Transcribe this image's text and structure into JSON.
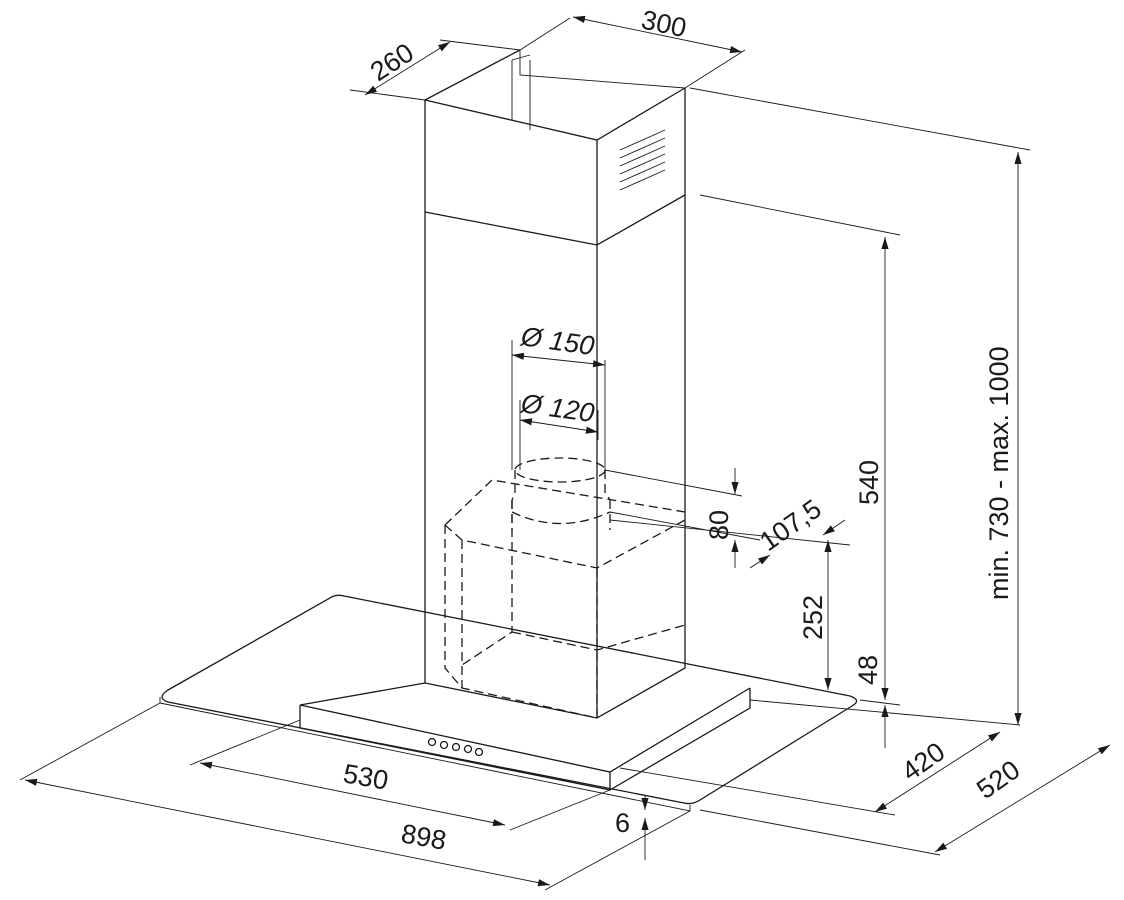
{
  "title": "Island cooker hood dimension drawing",
  "colors": {
    "line": "#1a1a1a",
    "background": "#ffffff"
  },
  "dimensions": {
    "chimney_width": "300",
    "chimney_depth": "260",
    "chimney_lower_height": "540",
    "total_height": "min. 730 - max. 1000",
    "outlet_outer": "Ø 150",
    "outlet_inner": "Ø 120",
    "outlet_height": "80",
    "outlet_offset": "107,5",
    "motor_height": "252",
    "canopy_height": "48",
    "control_depth": "420",
    "glass_depth": "520",
    "control_width": "530",
    "glass_width": "898",
    "glass_thickness": "6"
  }
}
